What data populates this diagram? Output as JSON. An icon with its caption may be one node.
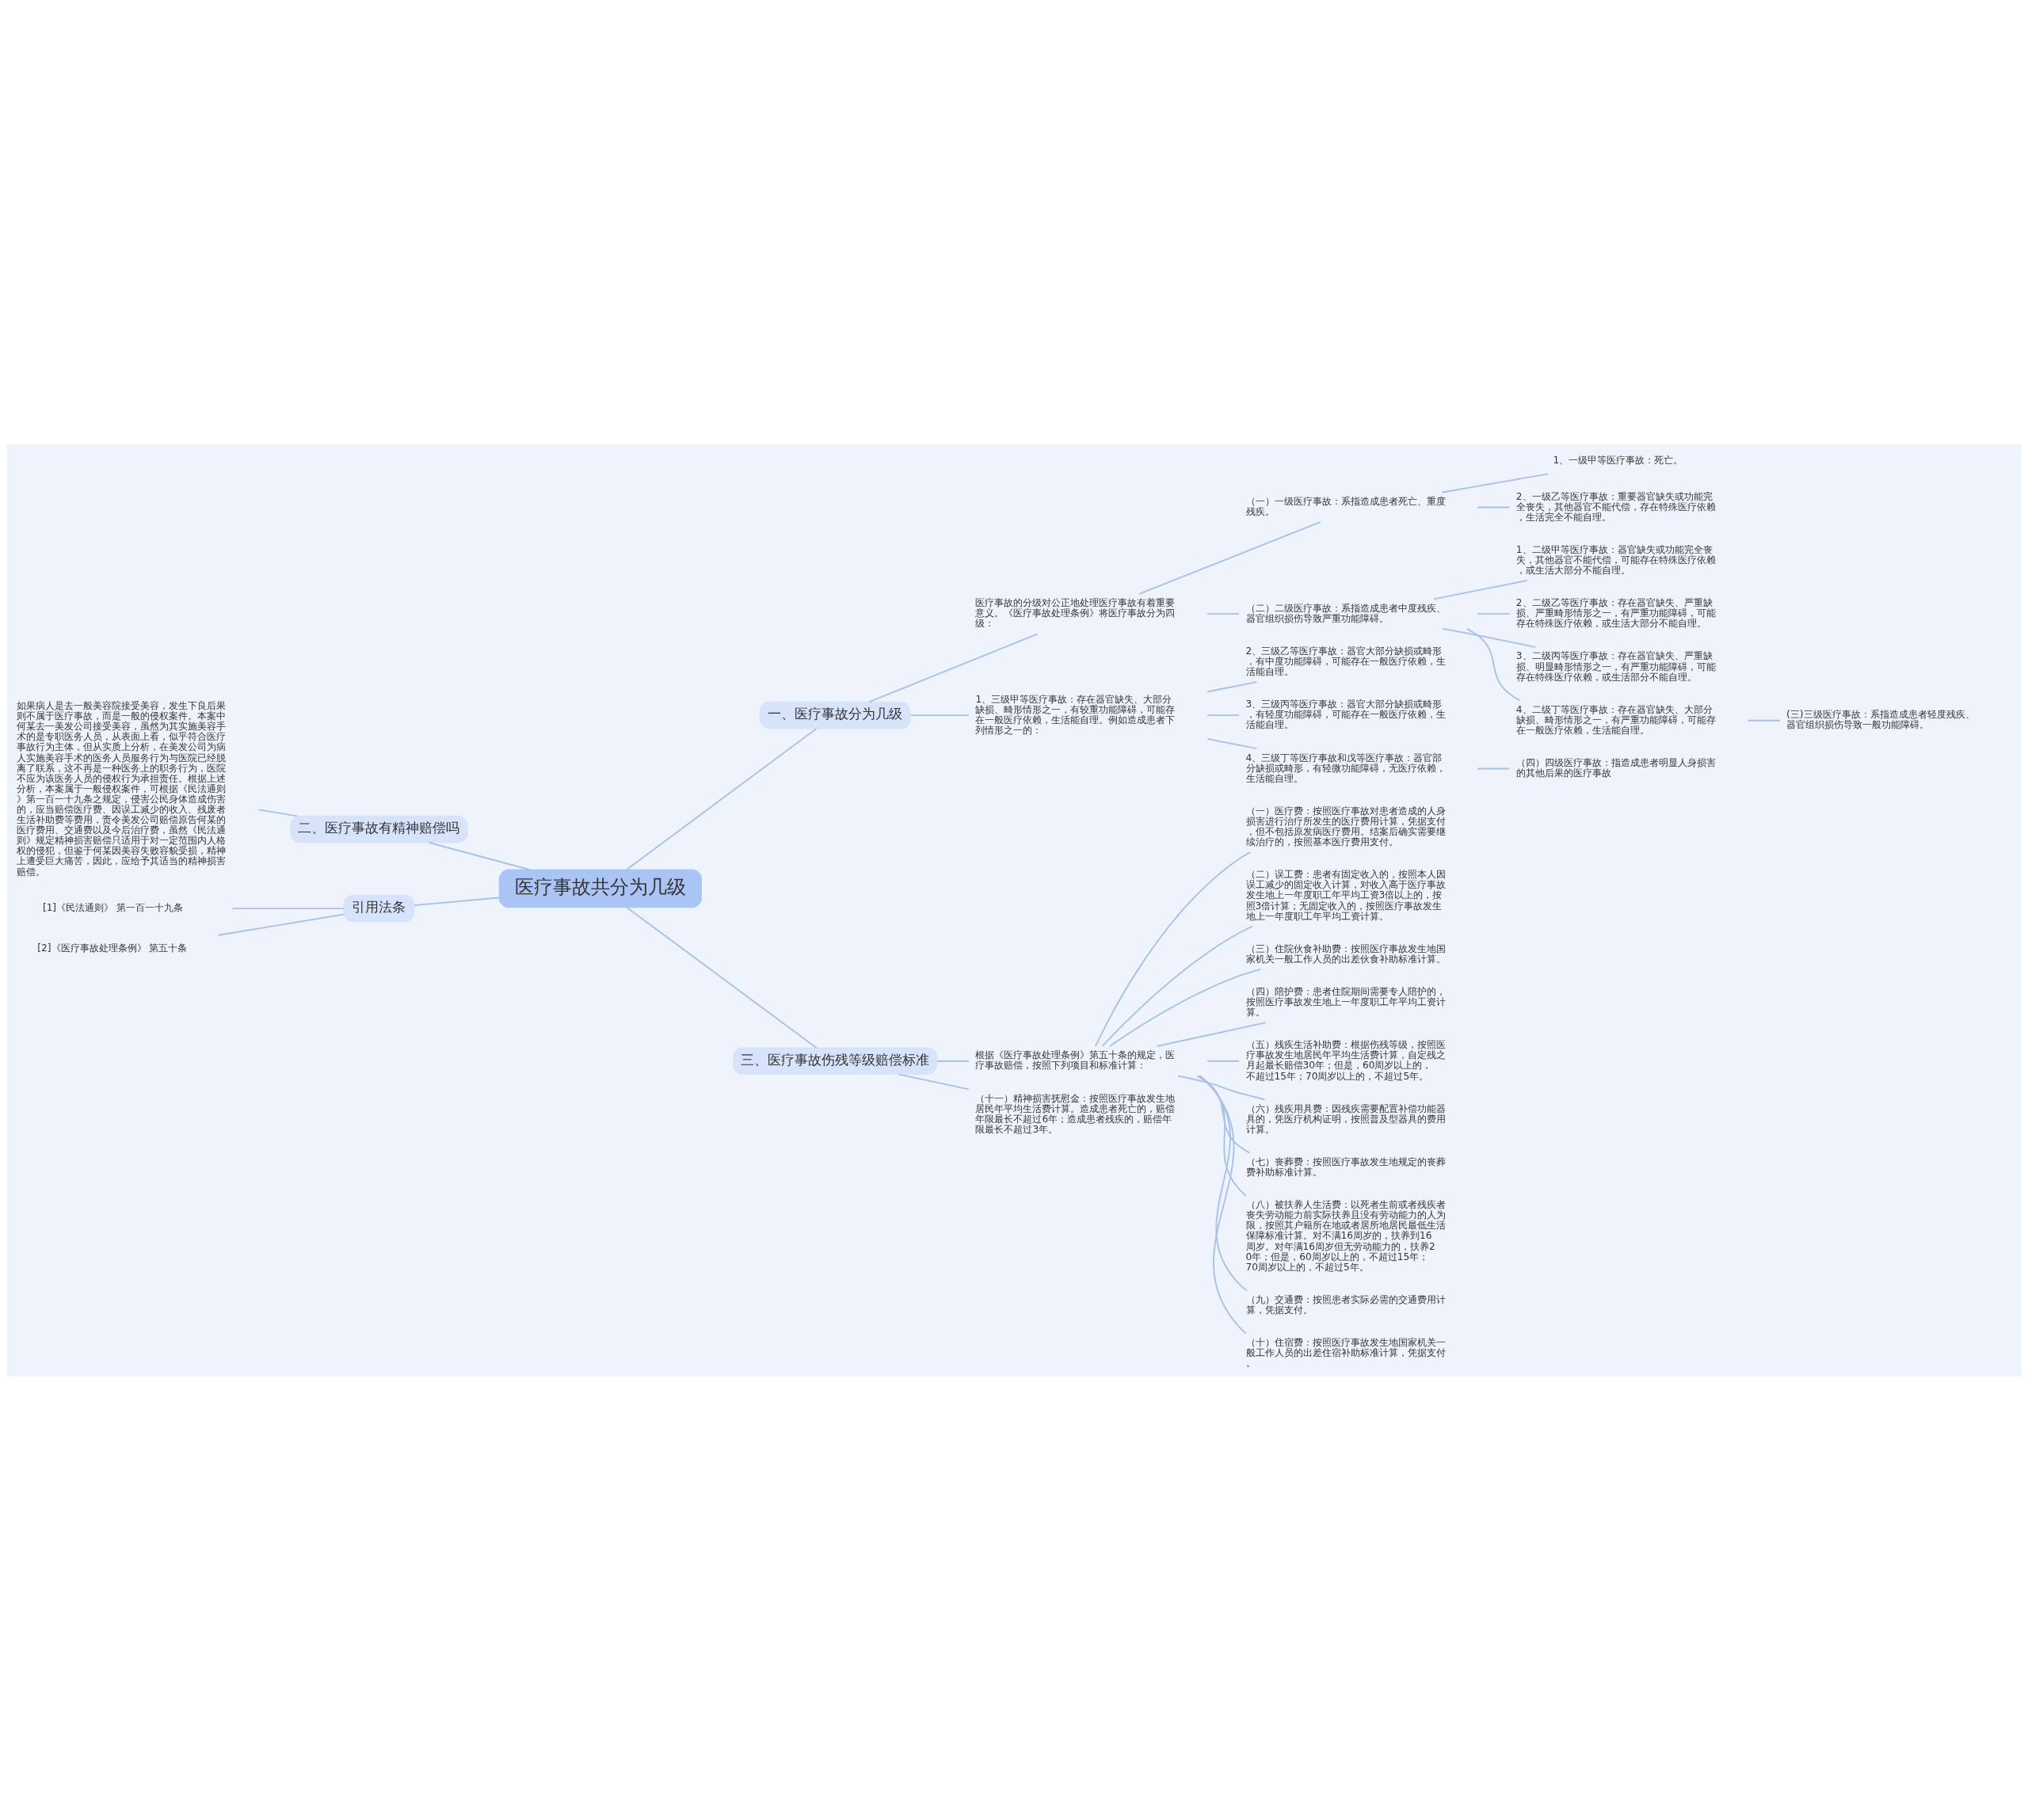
{
  "diagram": {
    "nodes": [
      {
        "text": [
          "医疗事故共分为几级"
        ]
      },
      {
        "text": [
          "一、医疗事故分为几级"
        ]
      },
      {
        "text": [
          "医疗事故的分级对公正地处理医疗事故有着重要意义。《医疗事故处理条例》将医疗事故分为四级："
        ]
      },
      {
        "text": [
          "（一）一级医疗事故：系指造成患者死亡、重度残疾。"
        ]
      },
      {
        "text": [
          "1、一级甲等医疗事故：死亡。"
        ]
      },
      {
        "text": [
          "2、一级乙等医疗事故：重要器官缺失或功能完全丧失，其他器官不能代偿，存在特殊医疗依赖，生活完全不能自理。"
        ]
      },
      {
        "text": [
          "（二）二级医疗事故：系指造成患者中度残疾、器官组织损伤导致严重功能障碍。"
        ]
      },
      {
        "text": [
          "1、二级甲等医疗事故：器官缺失或功能完全丧失，其他器官不能代偿，可能存在特殊医疗依赖，或生活大部分不能自理。"
        ]
      },
      {
        "text": [
          "2、二级乙等医疗事故：存在器官缺失、严重缺损、严重畸形情形之一，有严重功能障碍，可能存在特殊医疗依赖，或生活大部分不能自理。"
        ]
      },
      {
        "text": [
          "3、二级丙等医疗事故：存在器官缺失、严重缺损、明显畸形情形之一，有严重功能障碍，可能存在特殊医疗依赖，或生活部分不能自理。"
        ]
      },
      {
        "text": [
          "4、二级丁等医疗事故：存在器官缺失、大部分缺损、畸形情形之一，有严重功能障碍，可能存在一般医疗依赖，生活能自理。"
        ]
      },
      {
        "text": [
          "(三)三级医疗事故：系指造成患者轻度残疾、器官组织损伤导致一般功能障碍。"
        ]
      },
      {
        "text": [
          "1、三级甲等医疗事故：存在器官缺失、大部分缺损、畸形情形之一，有较重功能障碍，可能存在一般医疗依赖，生活能自理。例如造成患者下列情形之一的："
        ]
      },
      {
        "text": [
          "2、三级乙等医疗事故：器官大部分缺损或畸形，有中度功能障碍，可能存在一般医疗依赖，生活能自理。"
        ]
      },
      {
        "text": [
          "3、三级丙等医疗事故：器官大部分缺损或畸形，有轻度功能障碍，可能存在一般医疗依赖，生活能自理。"
        ]
      },
      {
        "text": [
          "4、三级丁等医疗事故和戊等医疗事故：器官部分缺损或畸形，有轻微功能障碍，无医疗依赖，生活能自理。"
        ]
      },
      {
        "text": [
          "（四）四级医疗事故：指造成患者明显人身损害的其他后果的医疗事故"
        ]
      },
      {
        "text": [
          "三、医疗事故伤残等级赔偿标准"
        ]
      },
      {
        "text": [
          "根据《医疗事故处理条例》第五十条的规定，医疗事故赔偿，按照下列项目和标准计算："
        ]
      },
      {
        "text": [
          "（一）医疗费：按照医疗事故对患者造成的人身损害进行治疗所发生的医疗费用计算，凭据支付，但不包括原发病医疗费用。结案后确实需要继续治疗的，按照基本医疗费用支付。"
        ]
      },
      {
        "text": [
          "（二）误工费：患者有固定收入的，按照本人因误工减少的固定收入计算，对收入高于医疗事故发生地上一年度职工年平均工资3倍以上的，按照3倍计算；无固定收入的，按照医疗事故发生地上一年度职工年平均工资计算。"
        ]
      },
      {
        "text": [
          "（三）住院伙食补助费：按照医疗事故发生地国家机关一般工作人员的出差伙食补助标准计算。"
        ]
      },
      {
        "text": [
          "（四）陪护费：患者住院期间需要专人陪护的，按照医疗事故发生地上一年度职工年平均工资计算。"
        ]
      },
      {
        "text": [
          "（五）残疾生活补助费：根据伤残等级，按照医疗事故发生地居民年平均生活费计算，自定残之月起最长赔偿30年；但是，60周岁以上的，不超过15年；70周岁以上的，不超过5年。"
        ]
      },
      {
        "text": [
          "（六）残疾用具费：因残疾需要配置补偿功能器具的，凭医疗机构证明，按照普及型器具的费用计算。"
        ]
      },
      {
        "text": [
          "（七）丧葬费：按照医疗事故发生地规定的丧葬费补助标准计算。"
        ]
      },
      {
        "text": [
          "（八）被扶养人生活费：以死者生前或者残疾者丧失劳动能力前实际扶养且没有劳动能力的人为限，按照其户籍所在地或者居所地居民最低生活保障标准计算。对不满16周岁的，扶养到16周岁。对年满16周岁但无劳动能力的，扶养20年；但是，60周岁以上的，不超过15年；70周岁以上的，不超过5年。"
        ]
      },
      {
        "text": [
          "（九）交通费：按照患者实际必需的交通费用计算，凭据支付。"
        ]
      },
      {
        "text": [
          "（十）住宿费：按照医疗事故发生地国家机关一般工作人员的出差住宿补助标准计算，凭据支付。"
        ]
      },
      {
        "text": [
          "（十一）精神损害抚慰金：按照医疗事故发生地居民年平均生活费计算。造成患者死亡的，赔偿年限最长不超过6年；造成患者残疾的，赔偿年限最长不超过3年。"
        ]
      },
      {
        "text": [
          "二、医疗事故有精神赔偿吗"
        ]
      },
      {
        "text": [
          "如果病人是去一般美容院接受美容，发生下良后果则不属于医疗事故，而是一般的侵权案件。本案中何某去一美发公司接受美容，虽然为其实施美容手术的是专职医务人员，从表面上看，似乎符合医疗事故行为主体，但从实质上分析，在美发公司为病人实施美容手术的医务人员服务行为与医院已经脱离了联系，这不再是一种医务上的职务行为，医院不应为该医务人员的侵权行为承担责任。根据上述分析，本案属于一般侵权案件，可根据《民法通则》第一百一十九条之规定，侵害公民身体造成伤害的，应当赔偿医疗费、因误工减少的收入、残废者生活补助费等费用，责令美发公司赔偿原告何某的医疗费用、交通费以及今后治疗费，虽然《民法通则》规定精神损害赔偿只适用于对一定范围内人格权的侵犯，但鉴于何某因美容失败容貌受损，精神上遭受巨大痛苦，因此，应给予其适当的精神损害赔偿。"
        ]
      },
      {
        "text": [
          "引用法条"
        ]
      },
      {
        "text": [
          "[1]《民法通则》 第一百一十九条"
        ]
      },
      {
        "text": [
          "[2]《医疗事故处理条例》 第五十条"
        ]
      }
    ],
    "edges": [
      {
        "from": 0,
        "to": 1,
        "arrow": "none"
      },
      {
        "from": 1,
        "to": 2,
        "arrow": "none"
      },
      {
        "from": 2,
        "to": 3,
        "arrow": "none"
      },
      {
        "from": 3,
        "to": 4,
        "arrow": "none"
      },
      {
        "from": 3,
        "to": 5,
        "arrow": "none"
      },
      {
        "from": 2,
        "to": 6,
        "arrow": "none"
      },
      {
        "from": 6,
        "to": 7,
        "arrow": "none"
      },
      {
        "from": 6,
        "to": 8,
        "arrow": "none"
      },
      {
        "from": 6,
        "to": 9,
        "arrow": "none"
      },
      {
        "from": 6,
        "to": 10,
        "arrow": "none"
      },
      {
        "from": 10,
        "to": 11,
        "arrow": "none"
      },
      {
        "from": 1,
        "to": 12,
        "arrow": "none"
      },
      {
        "from": 12,
        "to": 13,
        "arrow": "none"
      },
      {
        "from": 12,
        "to": 14,
        "arrow": "none"
      },
      {
        "from": 12,
        "to": 15,
        "arrow": "none"
      },
      {
        "from": 15,
        "to": 16,
        "arrow": "none"
      },
      {
        "from": 0,
        "to": 17,
        "arrow": "none"
      },
      {
        "from": 17,
        "to": 18,
        "arrow": "none"
      },
      {
        "from": 18,
        "to": 19,
        "arrow": "none"
      },
      {
        "from": 18,
        "to": 20,
        "arrow": "none"
      },
      {
        "from": 18,
        "to": 21,
        "arrow": "none"
      },
      {
        "from": 18,
        "to": 22,
        "arrow": "none"
      },
      {
        "from": 18,
        "to": 23,
        "arrow": "none"
      },
      {
        "from": 18,
        "to": 24,
        "arrow": "none"
      },
      {
        "from": 18,
        "to": 25,
        "arrow": "none"
      },
      {
        "from": 18,
        "to": 26,
        "arrow": "none"
      },
      {
        "from": 18,
        "to": 27,
        "arrow": "none"
      },
      {
        "from": 18,
        "to": 28,
        "arrow": "none"
      },
      {
        "from": 17,
        "to": 29,
        "arrow": "none"
      },
      {
        "from": 0,
        "to": 30,
        "arrow": "none"
      },
      {
        "from": 30,
        "to": 31,
        "arrow": "none"
      },
      {
        "from": 0,
        "to": 32,
        "arrow": "none"
      },
      {
        "from": 32,
        "to": 33,
        "arrow": "none"
      },
      {
        "from": 32,
        "to": 34,
        "arrow": "none"
      }
    ]
  }
}
